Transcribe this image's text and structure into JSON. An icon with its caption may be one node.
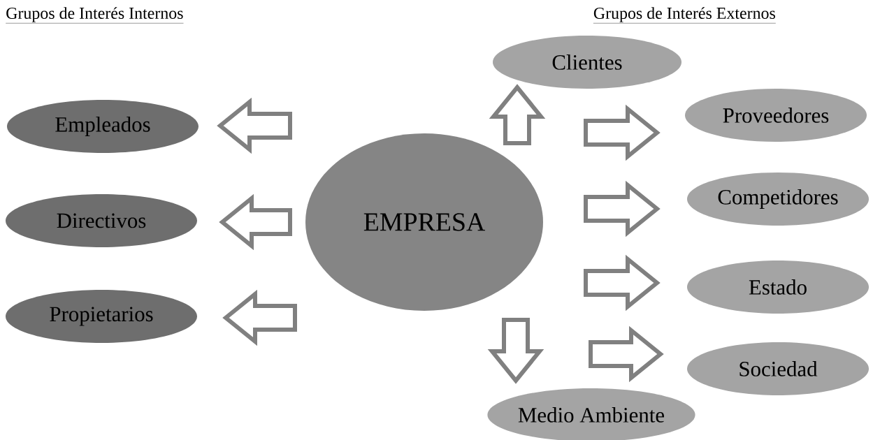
{
  "diagram": {
    "nodes": [
      {
        "text": [
          "Empleados"
        ]
      },
      {
        "text": [
          "Directivos"
        ]
      },
      {
        "text": [
          "Propietarios"
        ]
      },
      {
        "text": [
          "EMPRESA"
        ]
      },
      {
        "text": [
          "Clientes"
        ]
      },
      {
        "text": [
          "Proveedores"
        ]
      },
      {
        "text": [
          "Competidores"
        ]
      },
      {
        "text": [
          "Estado"
        ]
      },
      {
        "text": [
          "Sociedad"
        ]
      },
      {
        "text": [
          "Medio Ambiente"
        ]
      }
    ],
    "edges": [
      {
        "from": 3,
        "to": 0,
        "arrow": "to"
      },
      {
        "from": 3,
        "to": 1,
        "arrow": "to"
      },
      {
        "from": 3,
        "to": 2,
        "arrow": "to"
      },
      {
        "from": 3,
        "to": 4,
        "arrow": "to"
      },
      {
        "from": 3,
        "to": 5,
        "arrow": "to"
      },
      {
        "from": 3,
        "to": 6,
        "arrow": "to"
      },
      {
        "from": 3,
        "to": 7,
        "arrow": "to"
      },
      {
        "from": 3,
        "to": 8,
        "arrow": "to"
      },
      {
        "from": 3,
        "to": 9,
        "arrow": "to"
      }
    ],
    "labels": [
      "Grupos de Interés Internos",
      "Grupos de Interés Externos"
    ]
  }
}
